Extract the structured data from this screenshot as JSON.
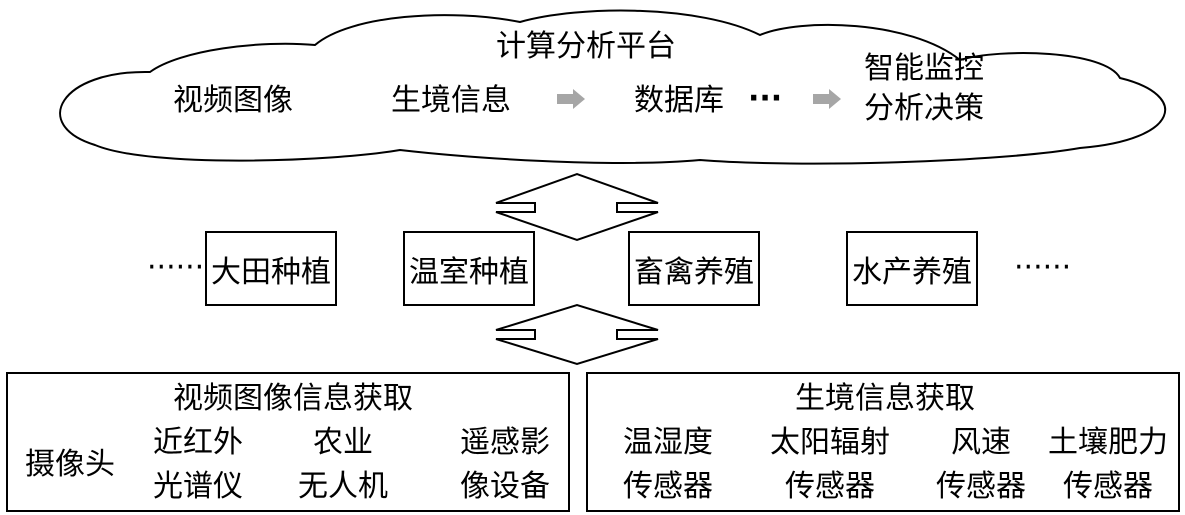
{
  "cloud": {
    "title": "计算分析平台",
    "video": "视频图像",
    "env": "生境信息",
    "db": "数据库",
    "ellipsis": "···",
    "decision_line1": "智能监控",
    "decision_line2": "分析决策"
  },
  "scenarios": {
    "left_ellipsis": "······",
    "field": "大田种植",
    "greenhouse": "温室种植",
    "livestock": "畜禽养殖",
    "aquaculture": "水产养殖",
    "right_ellipsis": "······"
  },
  "video_panel": {
    "title": "视频图像信息获取",
    "camera": "摄像头",
    "infrared_line1": "近红外",
    "infrared_line2": "光谱仪",
    "uav_line1": "农业",
    "uav_line2": "无人机",
    "remote_line1": "遥感影",
    "remote_line2": "像设备"
  },
  "env_panel": {
    "title": "生境信息获取",
    "temp_line1": "温湿度",
    "temp_line2": "传感器",
    "solar_line1": "太阳辐射",
    "solar_line2": "传感器",
    "wind_line1": "风速",
    "wind_line2": "传感器",
    "soil_line1": "土壤肥力",
    "soil_line2": "传感器"
  },
  "colors": {
    "arrow_gray": "#a6a6a6",
    "line": "#000000"
  }
}
